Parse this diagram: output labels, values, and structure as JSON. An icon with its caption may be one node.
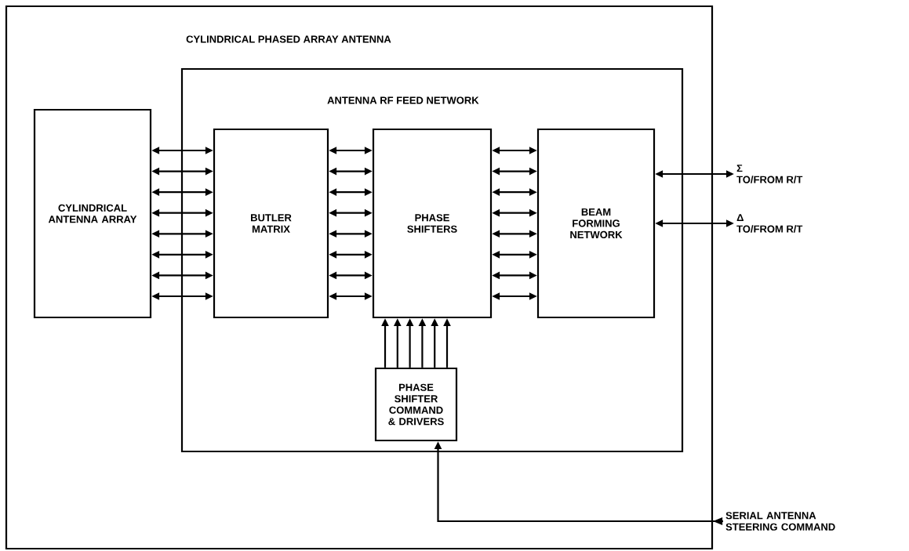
{
  "diagram": {
    "nodes": [
      {
        "text": [
          "CYLINDRICAL PHASED ARRAY ANTENNA"
        ]
      },
      {
        "text": [
          "ANTENNA RF FEED NETWORK"
        ],
        "in": 0
      },
      {
        "text": [
          "CYLINDRICAL ANTENNA ARRAY"
        ],
        "in": 0
      },
      {
        "text": [
          "BUTLER MATRIX"
        ],
        "in": 1
      },
      {
        "text": [
          "PHASE SHIFTERS"
        ],
        "in": 1
      },
      {
        "text": [
          "BEAM FORMING NETWORK"
        ],
        "in": 1
      },
      {
        "text": [
          "PHASE SHIFTER COMMAND & DRIVERS"
        ],
        "in": 1
      },
      {
        "text": [
          "Σ",
          "TO/FROM R/T"
        ]
      },
      {
        "text": [
          "Δ",
          "TO/FROM R/T"
        ]
      },
      {
        "text": [
          "SERIAL ANTENNA STEERING COMMAND"
        ]
      }
    ],
    "edges": [
      {
        "from": 2,
        "to": 3,
        "arrow": "both"
      },
      {
        "from": 2,
        "to": 3,
        "arrow": "both"
      },
      {
        "from": 2,
        "to": 3,
        "arrow": "both"
      },
      {
        "from": 2,
        "to": 3,
        "arrow": "both"
      },
      {
        "from": 2,
        "to": 3,
        "arrow": "both"
      },
      {
        "from": 2,
        "to": 3,
        "arrow": "both"
      },
      {
        "from": 2,
        "to": 3,
        "arrow": "both"
      },
      {
        "from": 2,
        "to": 3,
        "arrow": "both"
      },
      {
        "from": 3,
        "to": 4,
        "arrow": "both"
      },
      {
        "from": 3,
        "to": 4,
        "arrow": "both"
      },
      {
        "from": 3,
        "to": 4,
        "arrow": "both"
      },
      {
        "from": 3,
        "to": 4,
        "arrow": "both"
      },
      {
        "from": 3,
        "to": 4,
        "arrow": "both"
      },
      {
        "from": 3,
        "to": 4,
        "arrow": "both"
      },
      {
        "from": 3,
        "to": 4,
        "arrow": "both"
      },
      {
        "from": 3,
        "to": 4,
        "arrow": "both"
      },
      {
        "from": 4,
        "to": 5,
        "arrow": "both"
      },
      {
        "from": 4,
        "to": 5,
        "arrow": "both"
      },
      {
        "from": 4,
        "to": 5,
        "arrow": "both"
      },
      {
        "from": 4,
        "to": 5,
        "arrow": "both"
      },
      {
        "from": 4,
        "to": 5,
        "arrow": "both"
      },
      {
        "from": 4,
        "to": 5,
        "arrow": "both"
      },
      {
        "from": 4,
        "to": 5,
        "arrow": "both"
      },
      {
        "from": 4,
        "to": 5,
        "arrow": "both"
      },
      {
        "from": 6,
        "to": 4,
        "arrow": "to"
      },
      {
        "from": 6,
        "to": 4,
        "arrow": "to"
      },
      {
        "from": 6,
        "to": 4,
        "arrow": "to"
      },
      {
        "from": 6,
        "to": 4,
        "arrow": "to"
      },
      {
        "from": 6,
        "to": 4,
        "arrow": "to"
      },
      {
        "from": 6,
        "to": 4,
        "arrow": "to"
      },
      {
        "from": 5,
        "to": 7,
        "arrow": "both"
      },
      {
        "from": 5,
        "to": 8,
        "arrow": "both"
      },
      {
        "from": 9,
        "to": 6,
        "arrow": "to"
      }
    ]
  }
}
